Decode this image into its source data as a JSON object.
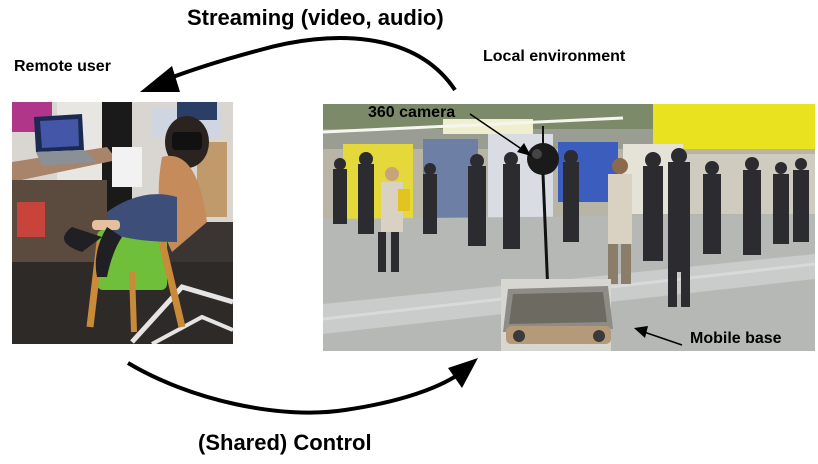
{
  "labels": {
    "top_arrow": "Streaming (video, audio)",
    "bottom_arrow": "(Shared) Control",
    "remote_user": "Remote user",
    "local_environment": "Local environment",
    "camera": "360 camera",
    "mobile_base": "Mobile base"
  },
  "colors": {
    "arrow": "#000000",
    "text": "#000000",
    "chair_green": "#6fbf3a",
    "banner_yellow": "#e8e21f"
  }
}
